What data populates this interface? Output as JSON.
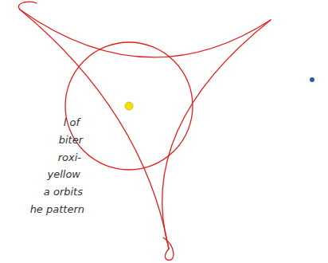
{
  "diagram": {
    "labels": [
      "l of",
      "biter",
      "roxi-",
      "yellow",
      "a orbits",
      "he pattern"
    ]
  }
}
